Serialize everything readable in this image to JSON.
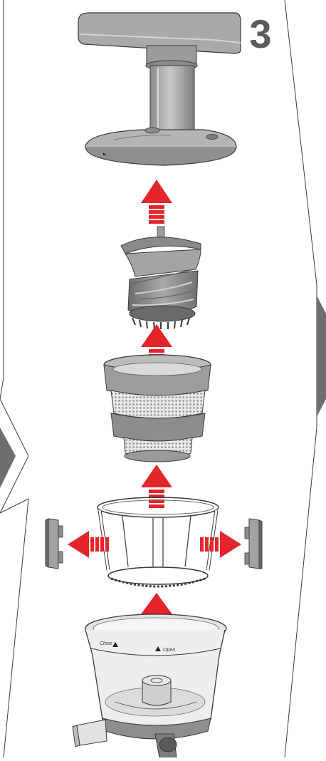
{
  "step": {
    "number": "3"
  },
  "bowl": {
    "close_label": "Close",
    "open_label": "Open"
  },
  "colors": {
    "arrow": "#e3262b",
    "part_gray": "#8c8c8c",
    "part_light": "#b8b8b8",
    "outline": "#3a3a3a",
    "edge_shade": "#6e6e6e"
  },
  "icons": {
    "arrow_up": "arrow-up-icon",
    "arrow_left": "arrow-left-icon",
    "arrow_right": "arrow-right-icon"
  }
}
